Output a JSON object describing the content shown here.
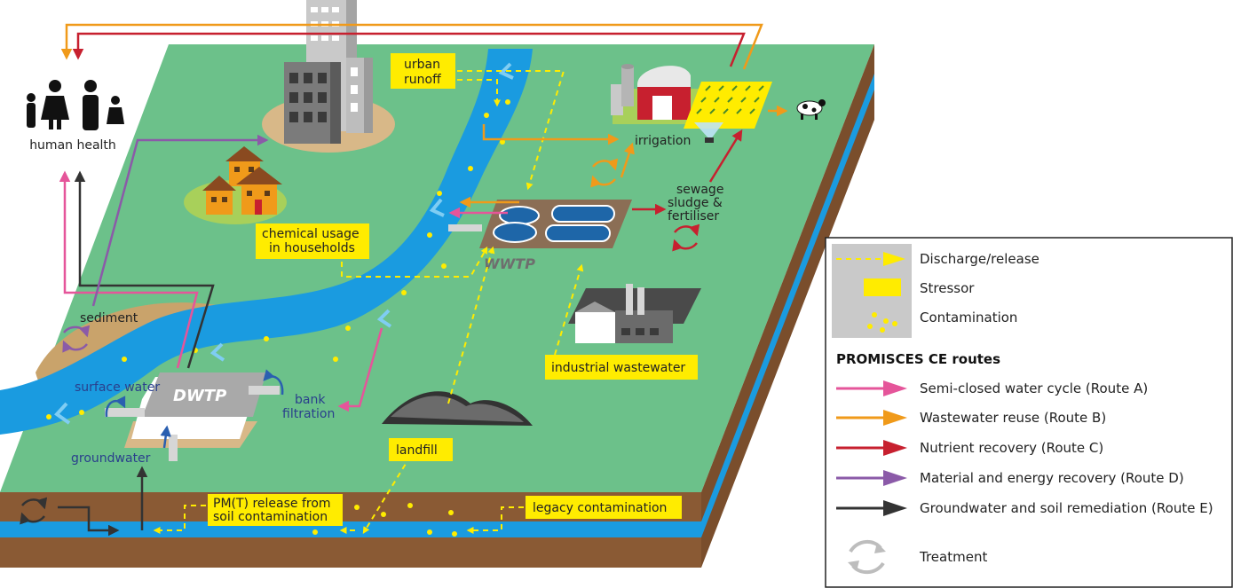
{
  "colors": {
    "land": "#6cc18a",
    "soil": "#8a5a34",
    "water": "#1a9be0",
    "stressor": "#ffec00",
    "route_a": "#e5559a",
    "route_b": "#f09a1a",
    "route_c": "#c7202f",
    "route_d": "#8b5aa8",
    "route_e": "#333333",
    "treatment": "#bdbdbd"
  },
  "labels": {
    "human_health": "human health",
    "sediment": "sediment",
    "surface_water": "surface water",
    "groundwater": "groundwater",
    "bank": "bank",
    "filtration": "filtration",
    "dwtp": "DWTP",
    "wwtp": "WWTP",
    "irrigation": "irrigation",
    "sewage": "sewage",
    "sludge": "sludge &",
    "fertiliser": "fertiliser"
  },
  "stressors": {
    "urban_runoff_1": "urban",
    "urban_runoff_2": "runoff",
    "chemical_usage_1": "chemical usage",
    "chemical_usage_2": "in households",
    "industrial_wastewater": "industrial wastewater",
    "landfill": "landfill",
    "pmt_release_1": "PM(T) release from",
    "pmt_release_2": "soil contamination",
    "legacy_contamination": "legacy contamination"
  },
  "legend": {
    "discharge": "Discharge/release",
    "stressor": "Stressor",
    "contamination": "Contamination",
    "routes_title": "PROMISCES CE routes",
    "route_a": "Semi-closed water cycle (Route A)",
    "route_b": "Wastewater reuse (Route B)",
    "route_c": "Nutrient recovery (Route C)",
    "route_d": "Material and energy recovery (Route D)",
    "route_e": "Groundwater and soil remediation (Route E)",
    "treatment": "Treatment"
  }
}
